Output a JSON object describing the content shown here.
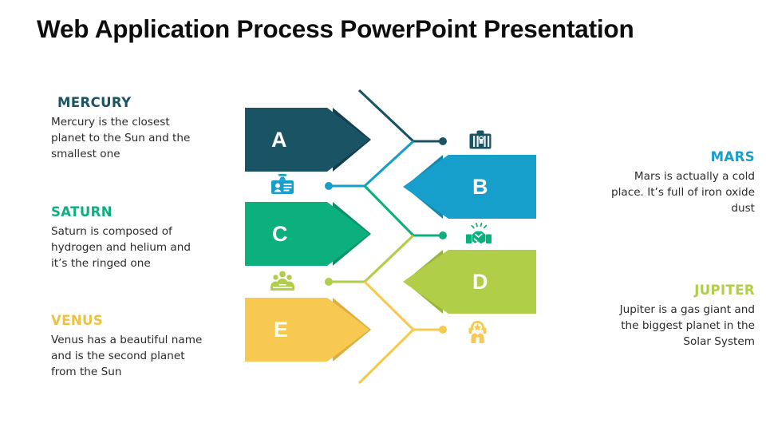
{
  "slide": {
    "title": "Web Application Process PowerPoint Presentation",
    "background_color": "#ffffff"
  },
  "text_blocks": {
    "mercury": {
      "heading": "MERCURY",
      "body": "Mercury is the closest planet to the Sun and the smallest one",
      "color": "#1a5464",
      "side": "left"
    },
    "saturn": {
      "heading": "SATURN",
      "body": "Saturn is composed of hydrogen and helium and it’s the ringed one",
      "color": "#0cb07c",
      "side": "left"
    },
    "venus": {
      "heading": "VENUS",
      "body": "Venus has a beautiful name and is the second planet from the Sun",
      "color": "#f0c040",
      "side": "left"
    },
    "mars": {
      "heading": "MARS",
      "body": "Mars is actually a cold place. It’s full of iron oxide dust",
      "color": "#169fca",
      "side": "right"
    },
    "jupiter": {
      "heading": "JUPITER",
      "body": "Jupiter is a gas giant and the biggest planet in the Solar System",
      "color": "#b0ce47",
      "side": "right"
    }
  },
  "arrows": [
    {
      "label": "A",
      "color": "#1a5464",
      "shadow": "#123f4c",
      "direction": "right"
    },
    {
      "label": "B",
      "color": "#169fca",
      "shadow": "#1189ad",
      "direction": "left"
    },
    {
      "label": "C",
      "color": "#0cb07c",
      "shadow": "#06926a",
      "direction": "right"
    },
    {
      "label": "D",
      "color": "#b0ce47",
      "shadow": "#97b639",
      "direction": "left"
    },
    {
      "label": "E",
      "color": "#f8c950",
      "shadow": "#dfae3d",
      "direction": "right"
    }
  ],
  "icons": [
    {
      "name": "briefcase-icon",
      "color": "#1a5464",
      "for_arrow": "A"
    },
    {
      "name": "id-badge-icon",
      "color": "#169fca",
      "for_arrow": "B"
    },
    {
      "name": "handshake-icon",
      "color": "#0cb07c",
      "for_arrow": "C"
    },
    {
      "name": "team-group-icon",
      "color": "#b0ce47",
      "for_arrow": "D"
    },
    {
      "name": "support-agent-icon",
      "color": "#f8c950",
      "for_arrow": "E"
    }
  ],
  "connectors": [
    {
      "color": "#1a5464",
      "from": "A",
      "to": "briefcase-icon"
    },
    {
      "color": "#169fca",
      "from": "B",
      "to": "id-badge-icon"
    },
    {
      "color": "#0cb07c",
      "from": "C",
      "to": "handshake-icon"
    },
    {
      "color": "#b0ce47",
      "from": "D",
      "to": "team-group-icon"
    },
    {
      "color": "#f8c950",
      "from": "E",
      "to": "support-agent-icon"
    }
  ]
}
